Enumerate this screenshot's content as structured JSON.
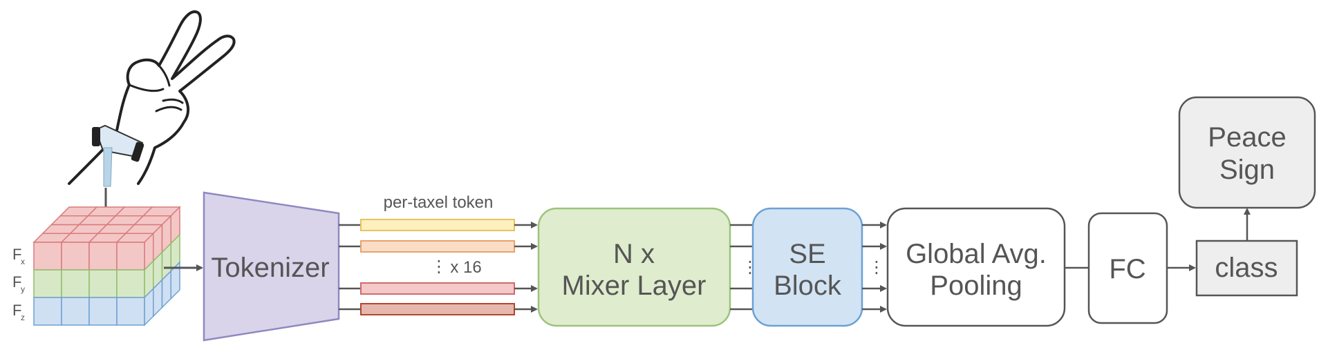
{
  "tensor": {
    "labels": [
      "F",
      "F",
      "F"
    ],
    "subscripts": [
      "x",
      "y",
      "z"
    ]
  },
  "blocks": {
    "tokenizer": "Tokenizer",
    "token_label": "per-taxel token",
    "repeat_label": "x 16",
    "mixer_line1": "N x",
    "mixer_line2": "Mixer Layer",
    "se_line1": "SE",
    "se_line2": "Block",
    "pool_line1": "Global Avg.",
    "pool_line2": "Pooling",
    "fc": "FC",
    "class": "class",
    "output_line1": "Peace",
    "output_line2": "Sign"
  },
  "colors": {
    "fx_layer": "#f4c7c7",
    "fy_layer": "#d7e8c6",
    "fz_layer": "#cfe0f3",
    "tokenizer_fill": "#d9d4ea",
    "mixer_fill": "#dfeccd",
    "se_fill": "#d2e3f3",
    "output_fill": "#eeeeee",
    "token_colors": [
      "#fdf0bf",
      "#fbdcc6",
      "#f4c9c9",
      "#e6b8ad"
    ]
  },
  "icons": [
    "hand-peace-sign-icon",
    "wristband-sensor-icon"
  ]
}
